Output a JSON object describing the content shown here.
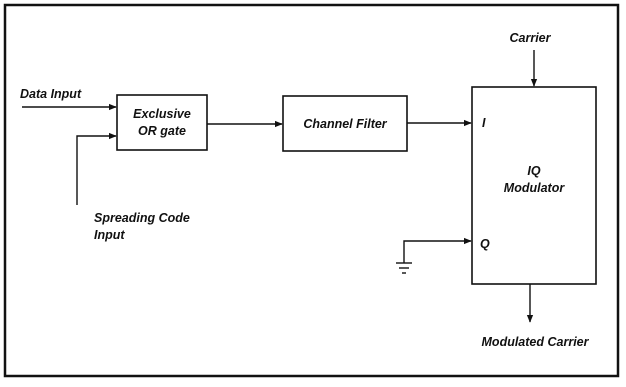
{
  "labels": {
    "data_input": "Data Input",
    "spreading_code_line1": "Spreading Code",
    "spreading_code_line2": "Input",
    "xor_line1": "Exclusive",
    "xor_line2": "OR gate",
    "channel_filter": "Channel Filter",
    "carrier": "Carrier",
    "iq_line1": "IQ",
    "iq_line2": "Modulator",
    "port_i": "I",
    "port_q": "Q",
    "modulated_carrier": "Modulated Carrier"
  }
}
